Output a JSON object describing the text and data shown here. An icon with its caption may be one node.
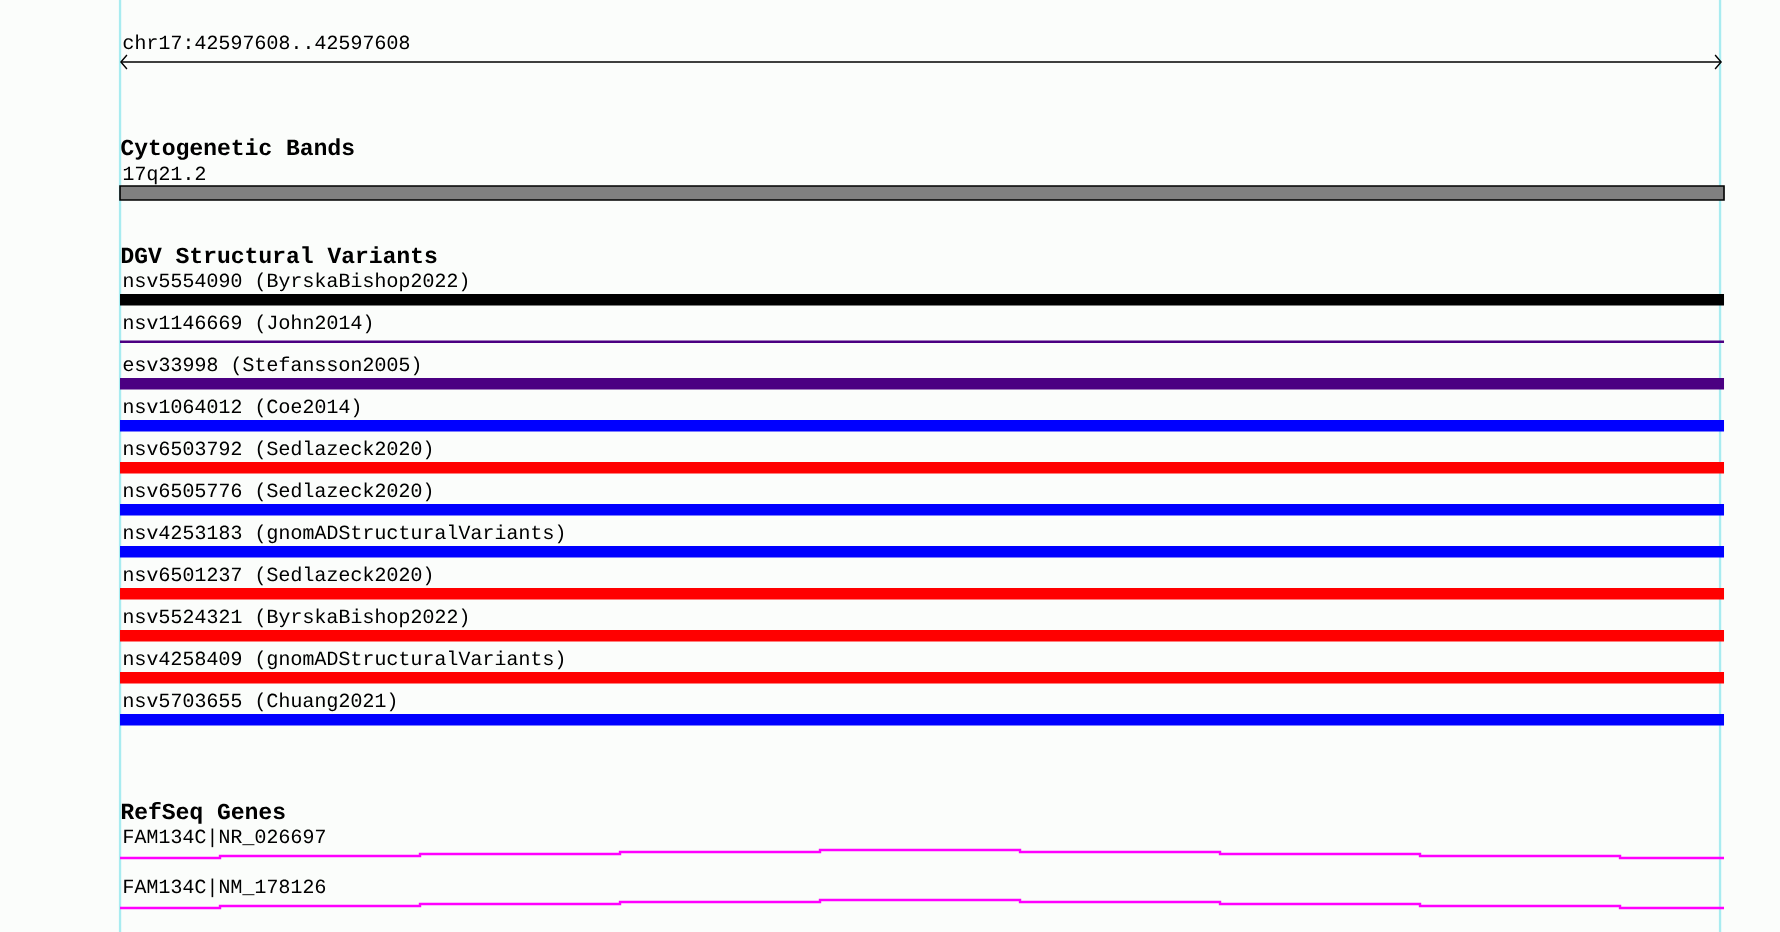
{
  "diagram": {
    "nodes": [
      {
        "text": [
          "17q21.2"
        ]
      },
      {
        "text": [
          "nsv5554090 (ByrskaBishop2022)"
        ]
      },
      {
        "text": [
          "nsv1146669 (John2014)"
        ]
      },
      {
        "text": [
          "esv33998 (Stefansson2005)"
        ]
      },
      {
        "text": [
          "nsv1064012 (Coe2014)"
        ]
      },
      {
        "text": [
          "nsv6503792 (Sedlazeck2020)"
        ]
      },
      {
        "text": [
          "nsv6505776 (Sedlazeck2020)"
        ]
      },
      {
        "text": [
          "nsv4253183 (gnomADStructuralVariants)"
        ]
      },
      {
        "text": [
          "nsv6501237 (Sedlazeck2020)"
        ]
      },
      {
        "text": [
          "nsv5524321 (ByrskaBishop2022)"
        ]
      },
      {
        "text": [
          "nsv4258409 (gnomADStructuralVariants)"
        ]
      },
      {
        "text": [
          "nsv5703655 (Chuang2021)"
        ]
      },
      {
        "text": [
          "FAM134C|NR_026697"
        ]
      },
      {
        "text": [
          "FAM134C|NM_178126"
        ]
      }
    ],
    "labels": [
      "chr17:42597608..42597608",
      "Cytogenetic Bands",
      "DGV Structural Variants",
      "RefSeq Genes"
    ]
  }
}
